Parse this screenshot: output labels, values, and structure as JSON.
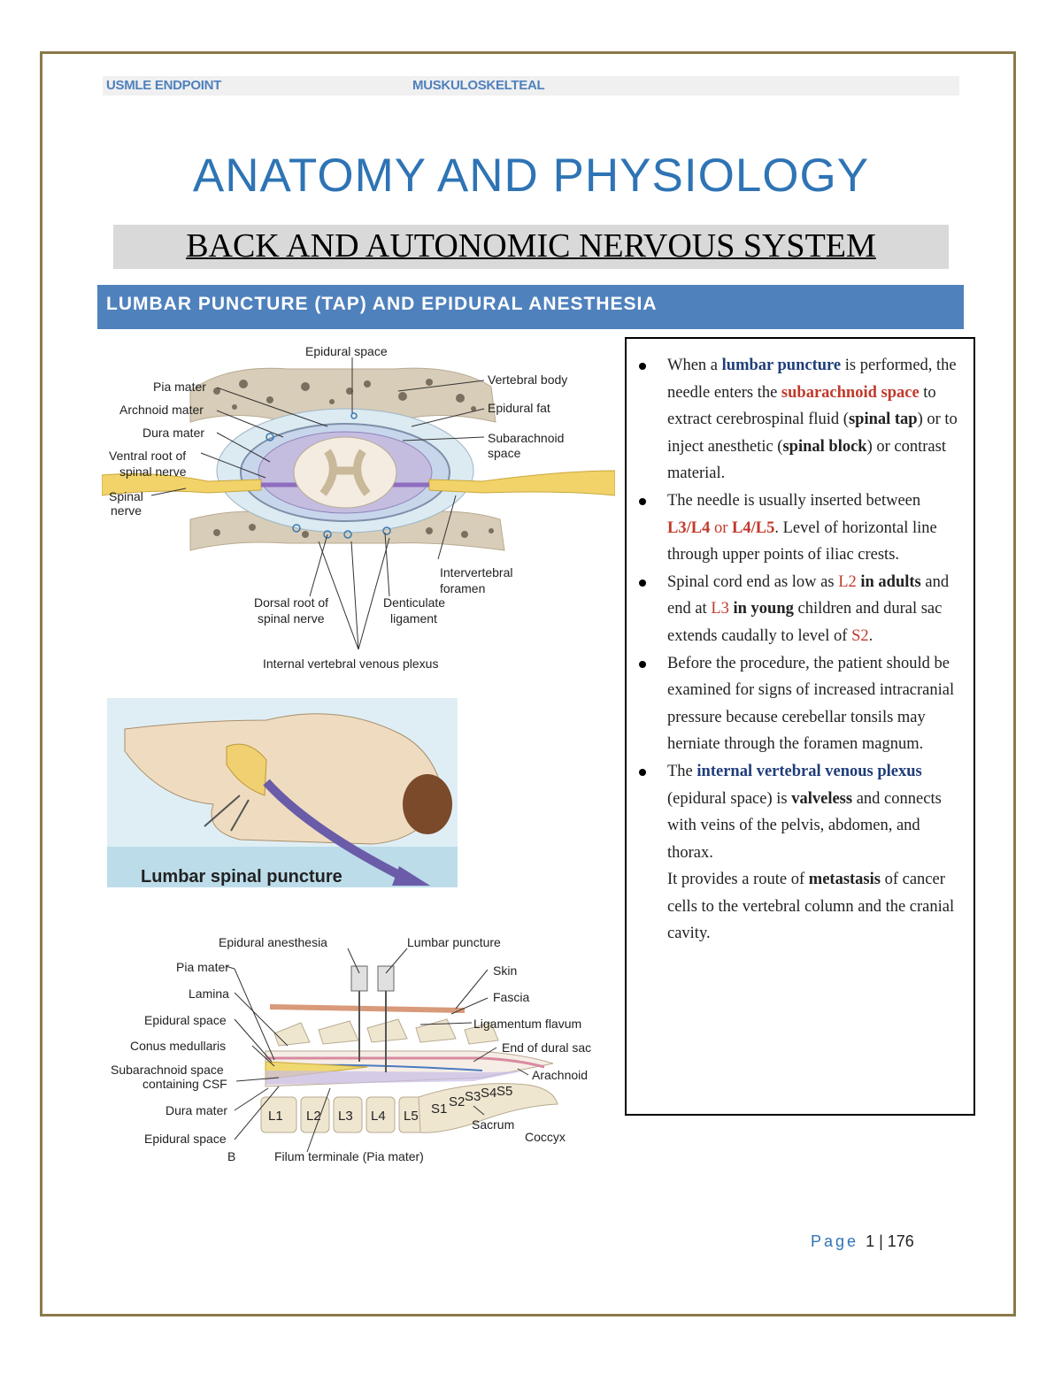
{
  "header": {
    "left": "USMLE ENDPOINT",
    "right": "MUSKULOSKELTEAL"
  },
  "title": "ANATOMY AND PHYSIOLOGY",
  "subtitle": "BACK AND AUTONOMIC NERVOUS SYSTEM",
  "section": "LUMBAR PUNCTURE (TAP) AND EPIDURAL ANESTHESIA",
  "figure1": {
    "labels": {
      "epidural_space": "Epidural space",
      "vertebral_body": "Vertebral body",
      "pia_mater": "Pia mater",
      "archnoid_mater": "Archnoid mater",
      "dura_mater": "Dura mater",
      "ventral_root_1": "Ventral root of",
      "ventral_root_2": "spinal nerve",
      "spinal_nerve_1": "Spinal",
      "spinal_nerve_2": "nerve",
      "epidural_fat": "Epidural fat",
      "subarachnoid_1": "Subarachnoid",
      "subarachnoid_2": "space",
      "intervertebral_1": "Intervertebral",
      "intervertebral_2": "foramen",
      "dorsal_root_1": "Dorsal root of",
      "dorsal_root_2": "spinal nerve",
      "denticulate_1": "Denticulate",
      "denticulate_2": "ligament",
      "venous_plexus": "Internal vertebral venous plexus"
    }
  },
  "figure2": {
    "caption": "Lumbar spinal puncture"
  },
  "figure3": {
    "labels": {
      "epidural_anesthesia": "Epidural anesthesia",
      "lumbar_puncture": "Lumbar puncture",
      "pia_mater": "Pia mater",
      "lamina": "Lamina",
      "epidural_space": "Epidural space",
      "conus": "Conus medullaris",
      "subarachnoid_1": "Subarachnoid space",
      "subarachnoid_2": "containing CSF",
      "dura_mater": "Dura mater",
      "epidural_space_2": "Epidural space",
      "b": "B",
      "filum": "Filum terminale (Pia mater)",
      "skin": "Skin",
      "fascia": "Fascia",
      "ligamentum": "Ligamentum flavum",
      "end_dural": "End of dural sac",
      "arachnoid": "Arachnoid",
      "sacrum": "Sacrum",
      "coccyx": "Coccyx"
    },
    "vertebrae": [
      "L1",
      "L2",
      "L3",
      "L4",
      "L5"
    ],
    "sacral": [
      "S1",
      "S2",
      "S3",
      "S4",
      "S5"
    ]
  },
  "notes": {
    "b1": {
      "t1": "When a ",
      "h1": "lumbar puncture",
      "t2": " is performed, the needle enters the ",
      "h2": "subarachnoid space",
      "t3": " to extract cerebrospinal fluid (",
      "h3": "spinal tap",
      "t4": ") or to inject anesthetic (",
      "h4": "spinal block",
      "t5": ") or contrast material."
    },
    "b2": {
      "t1": "The needle is usually inserted between ",
      "h1": "L3/L4",
      "t2": " or ",
      "h2": "L4/L5",
      "t3": ". Level of horizontal line through upper points of iliac crests."
    },
    "b3": {
      "t1": "Spinal cord end as low as ",
      "h1": "L2",
      "h2": " in adults",
      "t2": " and end at ",
      "h3": "L3",
      "h4": " in young",
      "t3": " children and dural sac extends caudally to level of ",
      "h5": "S2",
      "t4": "."
    },
    "b4": "Before the procedure, the patient should be examined for signs of increased intracranial pressure because cerebellar tonsils may herniate through the foramen magnum.",
    "b5": {
      "t1": "The ",
      "h1": "internal vertebral venous plexus",
      "t2": " (epidural space) is ",
      "h2": "valveless",
      "t3": " and connects with veins of the pelvis, abdomen, and thorax.",
      "t4": "It provides a route of ",
      "h3": "metastasis",
      "t5": " of cancer cells to the vertebral column and the cranial cavity."
    }
  },
  "footer": {
    "page_word": "Page",
    "page": "1",
    "sep": " | ",
    "total": "176"
  }
}
